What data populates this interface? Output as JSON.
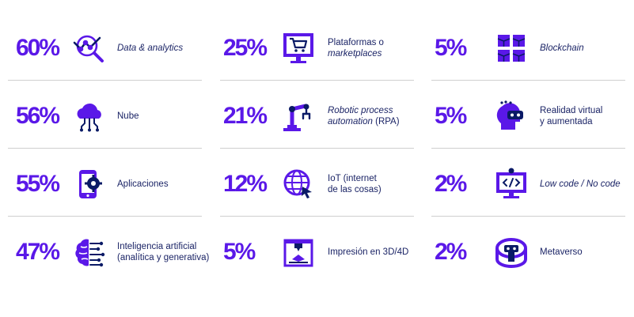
{
  "colors": {
    "accent": "#5a18e8",
    "text": "#1b2466",
    "divider": "#cfcfcf"
  },
  "items": [
    {
      "percent": "60%",
      "icon": "data-analytics-icon",
      "label": [
        "Data & analytics"
      ],
      "italic": true
    },
    {
      "percent": "56%",
      "icon": "cloud-icon",
      "label": [
        "Nube"
      ],
      "italic": false
    },
    {
      "percent": "55%",
      "icon": "mobile-app-icon",
      "label": [
        "Aplicaciones"
      ],
      "italic": false
    },
    {
      "percent": "47%",
      "icon": "brain-circuit-icon",
      "label": [
        "Inteligencia artificial",
        "(analítica y generativa)"
      ],
      "italic": false
    },
    {
      "percent": "25%",
      "icon": "shopping-cart-screen-icon",
      "label": [
        "Plataformas o",
        "marketplaces"
      ],
      "italic": false
    },
    {
      "percent": "21%",
      "icon": "robotic-arm-icon",
      "label": [
        "Robotic process",
        "automation",
        "(RPA)"
      ],
      "italic": true
    },
    {
      "percent": "12%",
      "icon": "globe-cursor-icon",
      "label": [
        "IoT (internet",
        "de las cosas)"
      ],
      "italic": false
    },
    {
      "percent": "5%",
      "icon": "3d-printer-icon",
      "label": [
        "Impresión en 3D/4D"
      ],
      "italic": false
    },
    {
      "percent": "5%",
      "icon": "blockchain-cubes-icon",
      "label": [
        "Blockchain"
      ],
      "italic": true
    },
    {
      "percent": "5%",
      "icon": "vr-headset-icon",
      "label": [
        "Realidad virtual",
        "y aumentada"
      ],
      "italic": false
    },
    {
      "percent": "2%",
      "icon": "low-code-icon",
      "label": [
        "Low code / No code"
      ],
      "italic": true
    },
    {
      "percent": "2%",
      "icon": "metaverse-icon",
      "label": [
        "Metaverso"
      ],
      "italic": false
    }
  ]
}
